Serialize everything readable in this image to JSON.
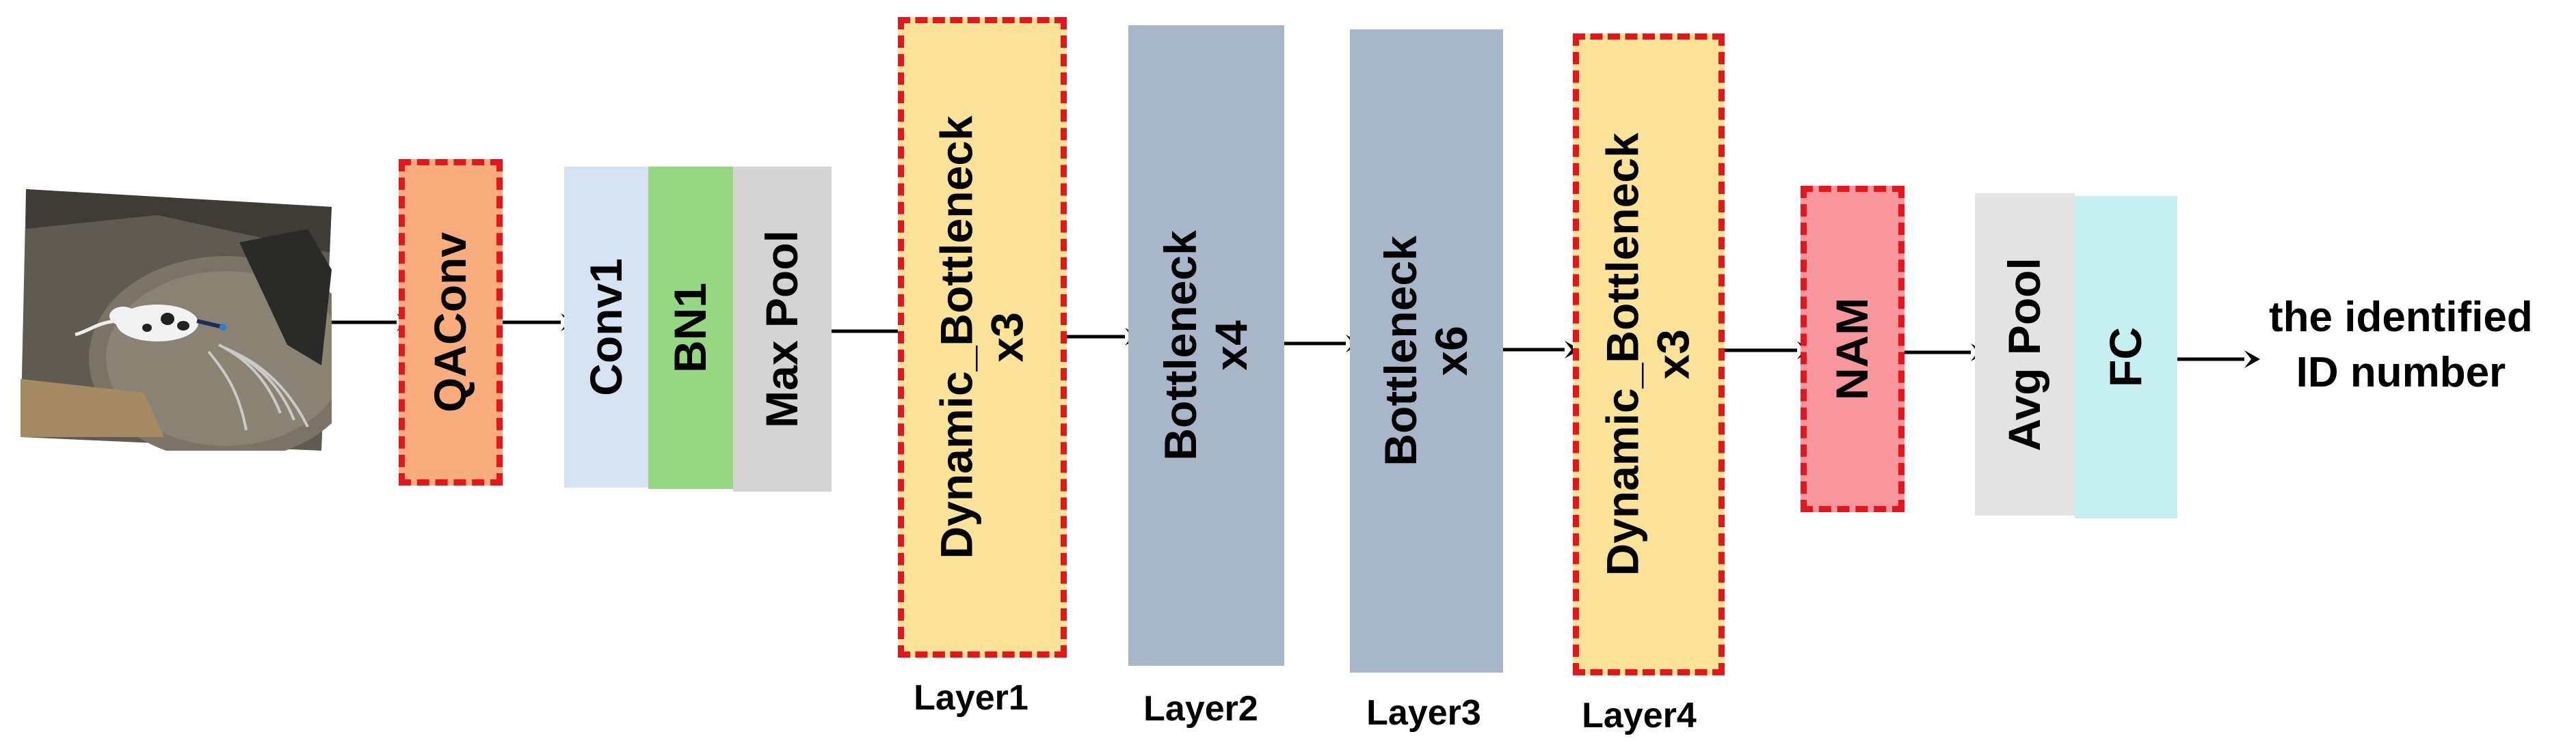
{
  "input": {
    "image_description_icon": "cow-photo-icon"
  },
  "blocks": {
    "qaconv": {
      "label": "QAConv",
      "color": "#f9ad7d"
    },
    "conv1": {
      "label": "Conv1",
      "color": "#d6e3f3"
    },
    "bn1": {
      "label": "BN1",
      "color": "#96d882"
    },
    "maxpool": {
      "label": "Max Pool",
      "color": "#d4d4d4"
    },
    "layer1": {
      "line1": "Dynamic_Bottleneck",
      "line2": "x3",
      "color": "#fbe299"
    },
    "layer2": {
      "line1": "Bottleneck",
      "line2": "x4",
      "color": "#a7b6c9"
    },
    "layer3": {
      "line1": "Bottleneck",
      "line2": "x6",
      "color": "#a7b6c9"
    },
    "layer4": {
      "line1": "Dynamic_Bottleneck",
      "line2": "x3",
      "color": "#fbe299"
    },
    "nam": {
      "label": "NAM",
      "color": "#f9969c"
    },
    "avgpool": {
      "label": "Avg Pool",
      "color": "#e3e3e3"
    },
    "fc": {
      "label": "FC",
      "color": "#c6f0f0"
    }
  },
  "layer_labels": [
    "Layer1",
    "Layer2",
    "Layer3",
    "Layer4"
  ],
  "output": {
    "line1": "the identified",
    "line2": "ID number"
  },
  "colors": {
    "dashed_border": "#e8141b",
    "arrow": "#000000"
  }
}
